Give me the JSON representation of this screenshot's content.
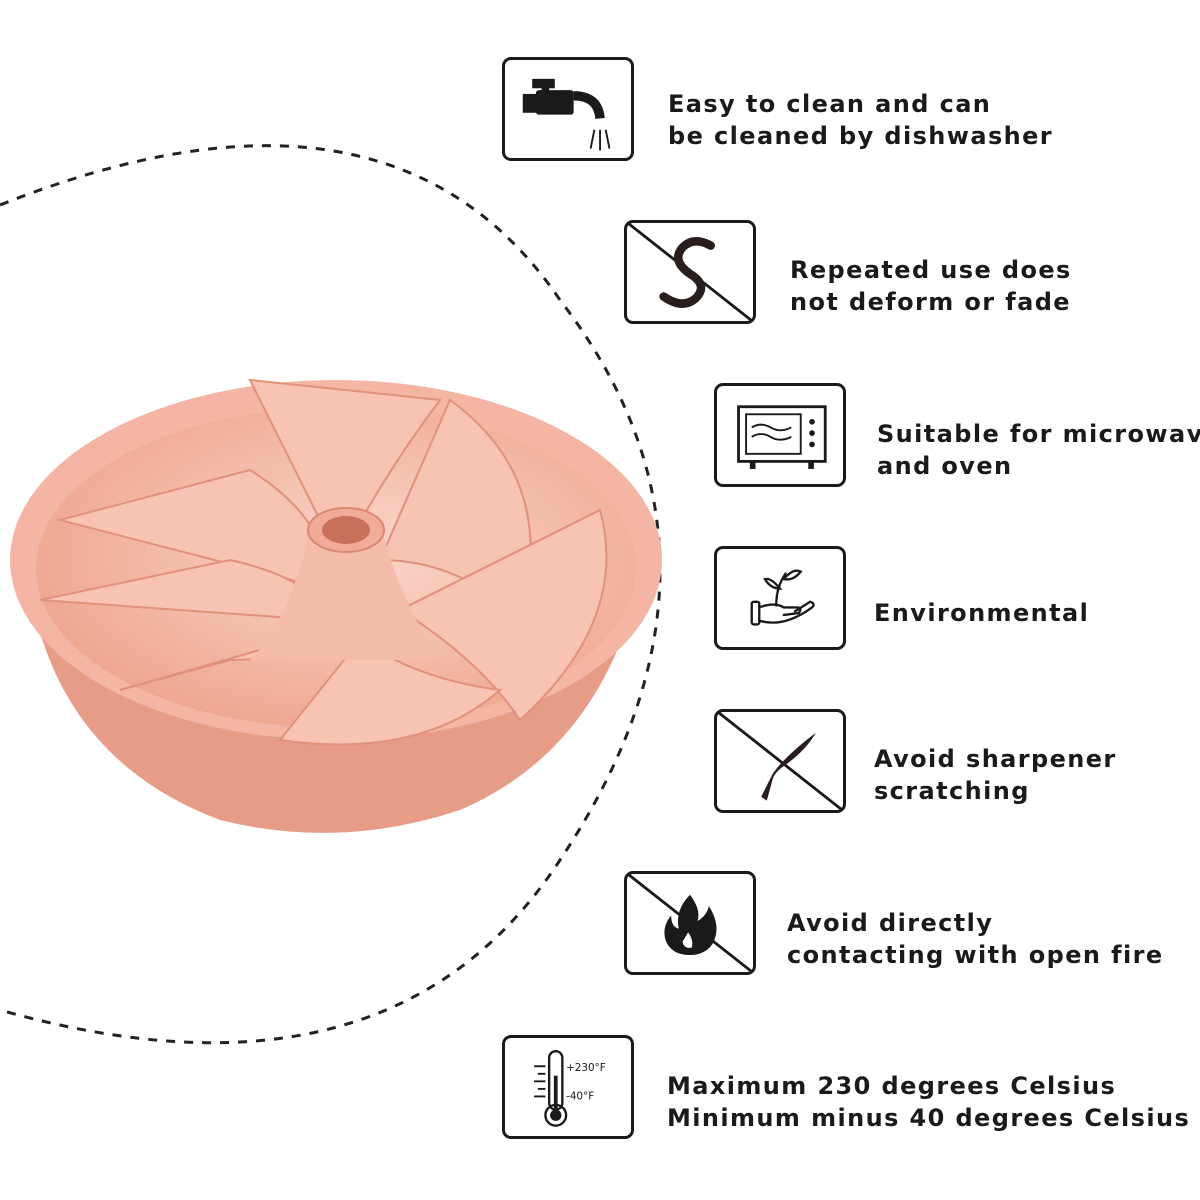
{
  "features": [
    {
      "icon": "faucet-icon",
      "lines": [
        "Easy to clean and can",
        "be cleaned by dishwasher"
      ]
    },
    {
      "icon": "no-deform-icon",
      "lines": [
        "Repeated use does",
        "not deform or fade"
      ]
    },
    {
      "icon": "microwave-icon",
      "lines": [
        "Suitable for microwave",
        "and oven"
      ]
    },
    {
      "icon": "eco-plant-hand-icon",
      "lines": [
        "Environmental"
      ]
    },
    {
      "icon": "no-knife-icon",
      "lines": [
        "Avoid sharpener",
        "scratching"
      ]
    },
    {
      "icon": "no-fire-icon",
      "lines": [
        "Avoid directly",
        "contacting with open fire"
      ]
    },
    {
      "icon": "thermometer-icon",
      "lines": [
        "Maximum 230 degrees Celsius",
        "Minimum minus 40 degrees Celsius"
      ]
    }
  ],
  "thermometer": {
    "max_label": "+230°F",
    "min_label": "-40°F"
  },
  "colors": {
    "mold": "#f3b09f",
    "mold_shadow": "#e29a88",
    "mold_light": "#fad1c5",
    "ink": "#1a1a1a"
  }
}
